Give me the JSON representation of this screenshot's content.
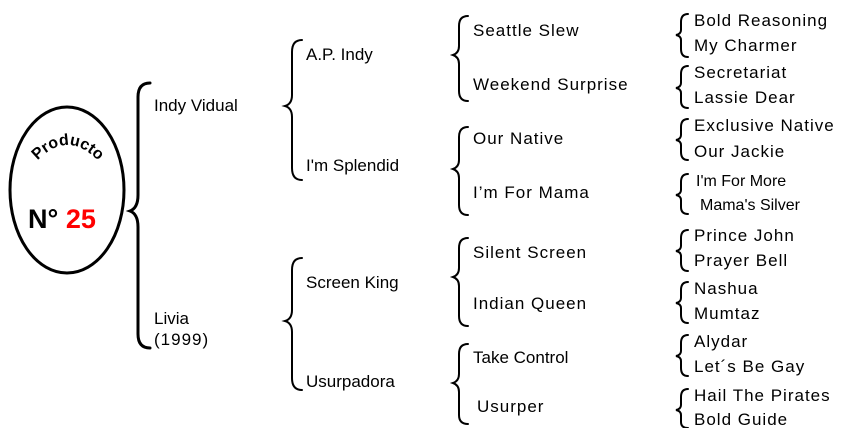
{
  "product": {
    "label": "Producto",
    "number_prefix": "N°",
    "number": "25",
    "number_color": "#ff0000"
  },
  "pedigree": {
    "sire": "Indy Vidual",
    "dam_line1": "Livia",
    "dam_line2": "(1999)",
    "sire_sire": "A.P. Indy",
    "sire_dam": "I'm Splendid",
    "dam_sire": "Screen King",
    "dam_dam": "Usurpadora",
    "g3": [
      "Seattle Slew",
      "Weekend Surprise",
      "Our Native",
      "I’m For Mama",
      "Silent Screen",
      "Indian Queen",
      "Take Control",
      "Usurper"
    ],
    "g4": [
      "Bold Reasoning",
      "My Charmer",
      "Secretariat",
      "Lassie Dear",
      "Exclusive Native",
      "Our Jackie",
      "I'm For More",
      "Mama's Silver",
      "Prince John",
      "Prayer Bell",
      "Nashua",
      "Mumtaz",
      "Alydar",
      "Let´s Be Gay",
      "Hail The Pirates",
      "Bold Guide"
    ]
  }
}
